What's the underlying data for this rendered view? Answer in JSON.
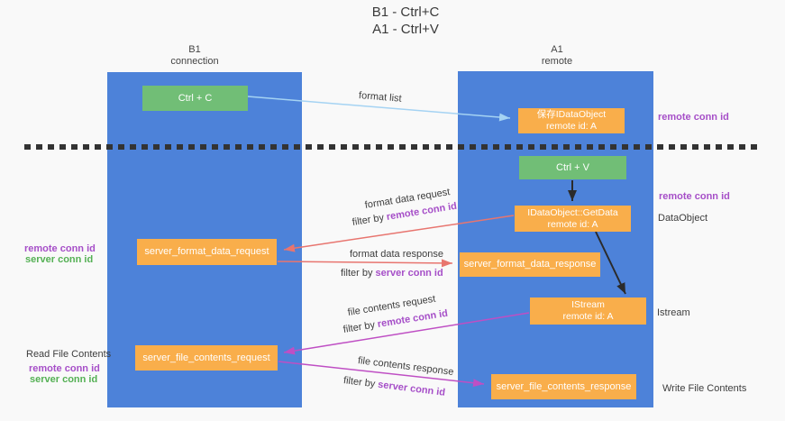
{
  "title": {
    "line1": "B1 - Ctrl+C",
    "line2": "A1 - Ctrl+V"
  },
  "lanes": {
    "b1": {
      "name": "B1",
      "subtitle": "connection"
    },
    "a1": {
      "name": "A1",
      "subtitle": "remote"
    }
  },
  "nodes": {
    "ctrl_c": {
      "label": "Ctrl + C"
    },
    "ctrl_v": {
      "label": "Ctrl + V"
    },
    "save_idataobject": {
      "line1": "保存IDataObject",
      "line2": "remote id: A"
    },
    "getdata": {
      "line1": "IDataObject::GetData",
      "line2": "remote id: A"
    },
    "istream": {
      "line1": "IStream",
      "line2": "remote id: A"
    },
    "server_format_data_request": {
      "label": "server_format_data_request"
    },
    "server_format_data_response": {
      "label": "server_format_data_response"
    },
    "server_file_contents_request": {
      "label": "server_file_contents_request"
    },
    "server_file_contents_response": {
      "label": "server_file_contents_response"
    }
  },
  "flow_labels": {
    "format_list": "format list",
    "format_request": "format data request",
    "format_response": "format data response",
    "file_request": "file contents request",
    "file_response": "file contents response",
    "filter_prefix": "filter by ",
    "remote_conn_id": "remote conn id",
    "server_conn_id": "server conn id"
  },
  "side_labels": {
    "right_top_remote_conn_id": "remote conn id",
    "right_mid_remote_conn_id": "remote conn id",
    "right_dataobject": "DataObject",
    "right_istream": "Istream",
    "right_write_file_contents": "Write File Contents",
    "left_remote_conn_id_1": "remote conn id",
    "left_server_conn_id_1": "server conn id",
    "left_read_file_contents": "Read File Contents",
    "left_remote_conn_id_2": "remote conn id",
    "left_server_conn_id_2": "server conn id"
  },
  "colors": {
    "bg": "#f9f9f9",
    "lane": "#4d82d9",
    "box_orange": "#f9ae4b",
    "box_green": "#71be76",
    "arrow_blue": "#a5d3f3",
    "arrow_red": "#e8756f",
    "arrow_magenta": "#bf4fc4",
    "arrow_black": "#2b2b2b",
    "dashed_line": "#333333",
    "text_purple": "#a64fc8",
    "text_green": "#54b054"
  }
}
